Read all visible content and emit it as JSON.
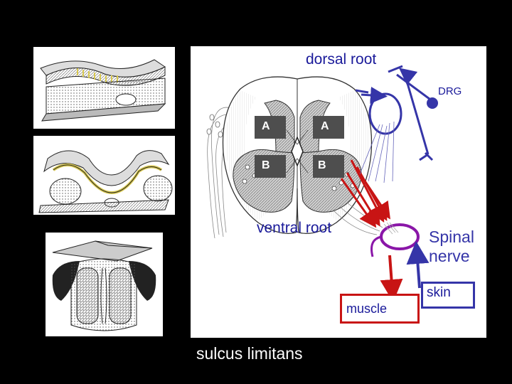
{
  "labels": {
    "dorsal_root": "dorsal root",
    "drg": "DRG",
    "a_left": "A",
    "a_right": "A",
    "b_left": "B",
    "b_right": "B",
    "ventral_root": "ventral root",
    "spinal_nerve": "Spinal\nnerve",
    "skin": "skin",
    "muscle": "muscle",
    "sulcus_limitans": "sulcus limitans"
  },
  "colors": {
    "background": "#000000",
    "panel": "#ffffff",
    "label_blue": "#1a1a9a",
    "afferent_blue": "#3535a8",
    "efferent_red": "#c81414",
    "ventral_root_ring": "#8a16a8",
    "box_fill": "#4e4e4e"
  }
}
